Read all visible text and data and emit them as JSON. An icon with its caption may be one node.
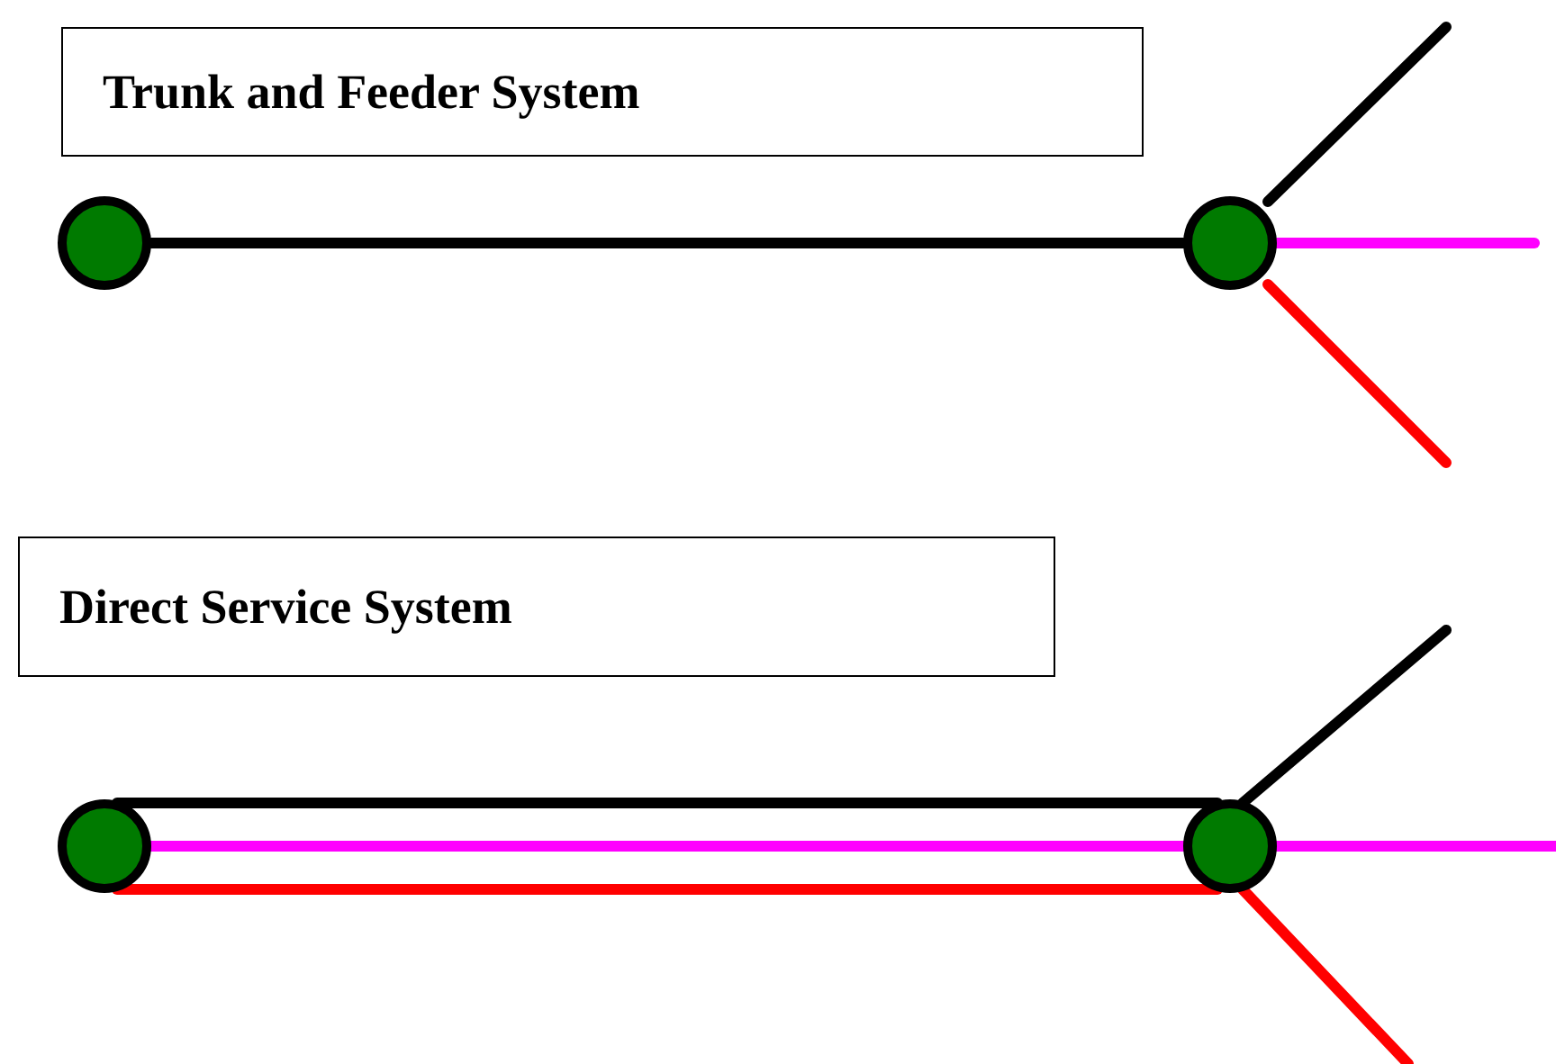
{
  "diagram": {
    "nodes": [
      {
        "text": [
          "Trunk and Feeder System"
        ]
      },
      {
        "text": [],
        "shape": "circle"
      },
      {
        "text": [],
        "shape": "circle"
      },
      {
        "text": [
          "Direct Service System"
        ]
      },
      {
        "text": [],
        "shape": "circle"
      },
      {
        "text": [],
        "shape": "circle"
      }
    ],
    "edges": [
      {
        "from": 1,
        "to": 2,
        "arrow": "none"
      },
      {
        "from": 2,
        "to": null,
        "arrow": "none"
      },
      {
        "from": 2,
        "to": null,
        "arrow": "none",
        "color": "#ff00ff"
      },
      {
        "from": 2,
        "to": null,
        "arrow": "none",
        "color": "#ff0000"
      },
      {
        "from": 4,
        "to": 5,
        "arrow": "none"
      },
      {
        "from": 4,
        "to": 5,
        "arrow": "none",
        "color": "#ff00ff"
      },
      {
        "from": 4,
        "to": 5,
        "arrow": "none",
        "color": "#ff0000"
      },
      {
        "from": 5,
        "to": null,
        "arrow": "none"
      },
      {
        "from": 5,
        "to": null,
        "arrow": "none",
        "color": "#ff00ff"
      },
      {
        "from": 5,
        "to": null,
        "arrow": "none",
        "color": "#ff0000"
      }
    ]
  }
}
